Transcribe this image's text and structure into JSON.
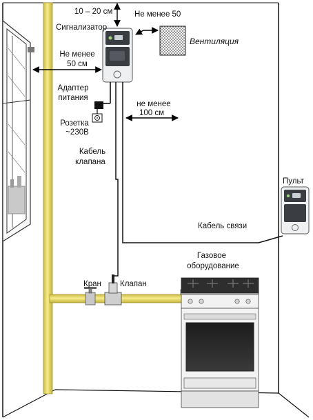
{
  "labels": {
    "distance_ceiling": "10 – 20 см",
    "signalizer": "Сигнализатор",
    "not_less_50_top": "Не  менее   50",
    "ventilation": "Вентиляция",
    "not_less_50_window_line1": "Не менее",
    "not_less_50_window_line2": "50 см",
    "adapter_line1": "Адаптер",
    "adapter_line2": "питания",
    "not_less_100_line1": "не менее",
    "not_less_100_line2": "100 см",
    "socket_line1": "Розетка",
    "socket_line2": "~230В",
    "valve_cable_line1": "Кабель",
    "valve_cable_line2": "клапана",
    "remote": "Пульт",
    "link_cable": "Кабель связи",
    "gas_equipment_line1": "Газовое",
    "gas_equipment_line2": "оборудование",
    "tap": "Кран",
    "valve": "Клапан"
  },
  "colors": {
    "gas_pipe": "#efe26a",
    "gas_pipe_edge": "#b8a835",
    "device_body": "#eef0f1",
    "device_panel": "#3a3d42",
    "stove_body": "#f2f2f2",
    "stove_top": "#2e2e2e"
  },
  "icons": [
    "arrow-vertical-icon",
    "arrow-horizontal-icon",
    "ventilation-grille-icon",
    "window-icon",
    "power-adapter-icon",
    "socket-icon",
    "gas-stove-icon",
    "gas-valve-icon",
    "gas-tap-icon"
  ]
}
